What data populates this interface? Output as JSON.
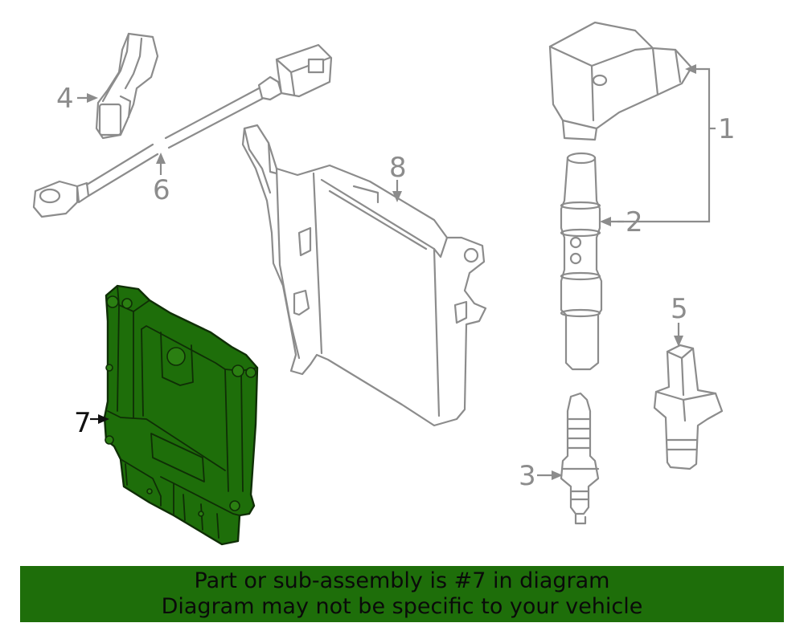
{
  "banner": {
    "line1": "Part or sub-assembly is #7 in diagram",
    "line2": "Diagram may not be specific to your vehicle"
  },
  "callouts": [
    {
      "id": "1",
      "label": "1"
    },
    {
      "id": "2",
      "label": "2"
    },
    {
      "id": "3",
      "label": "3"
    },
    {
      "id": "4",
      "label": "4"
    },
    {
      "id": "5",
      "label": "5"
    },
    {
      "id": "6",
      "label": "6"
    },
    {
      "id": "7",
      "label": "7"
    },
    {
      "id": "8",
      "label": "8"
    }
  ],
  "highlighted_part": "7",
  "colors": {
    "highlight_fill": "#1e6e0a",
    "banner_bg": "#1e6e0a",
    "line_gray": "#8c8c8c"
  }
}
